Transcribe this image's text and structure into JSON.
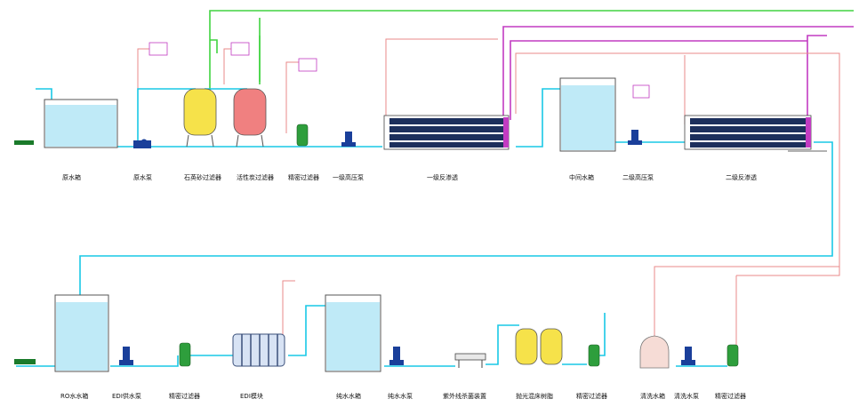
{
  "labels": {
    "raw_tank": "原水箱",
    "raw_pump": "原水泵",
    "sand_filter": "石英砂过滤器",
    "carbon_filter": "活性炭过滤器",
    "precision_filter_1": "精密过滤器",
    "hp_pump_1": "一级高压泵",
    "ro_stage_1": "一级反渗透",
    "mid_tank": "中间水箱",
    "hp_pump_2": "二级高压泵",
    "ro_stage_2": "二级反渗透",
    "ro_tank": "RO水水箱",
    "edi_pump": "EDI供水泵",
    "precision_filter_2": "精密过滤器",
    "edi_module": "EDI模块",
    "pure_tank": "纯水水箱",
    "pure_pump": "纯水水泵",
    "uv_sterilizer": "紫外线杀菌装置",
    "polish_resin": "抛光混床树脂",
    "precision_filter_3": "精密过滤器",
    "wash_tank": "清洗水箱",
    "wash_pump": "清洗水泵",
    "precision_filter_4": "精密过滤器"
  },
  "colors": {
    "water_line": "#19c8e6",
    "concentrate_line": "#e98a8a",
    "drain_line": "#41d341",
    "return_line": "#c23bc2",
    "sand_vessel": "#f6e24a",
    "carbon_vessel": "#f08080",
    "membrane": "#1c2f5c",
    "pump": "#1a3f9a",
    "filter": "#2e9e3c",
    "tank_water": "#bfeaf7"
  },
  "icons": {
    "pump": "centrifugal-pump-icon",
    "filter": "cartridge-filter-icon",
    "tank": "water-tank-icon",
    "vessel": "pressure-vessel-icon",
    "membrane": "ro-membrane-icon",
    "gauge": "pressure-gauge-icon",
    "panel": "control-panel-icon"
  }
}
